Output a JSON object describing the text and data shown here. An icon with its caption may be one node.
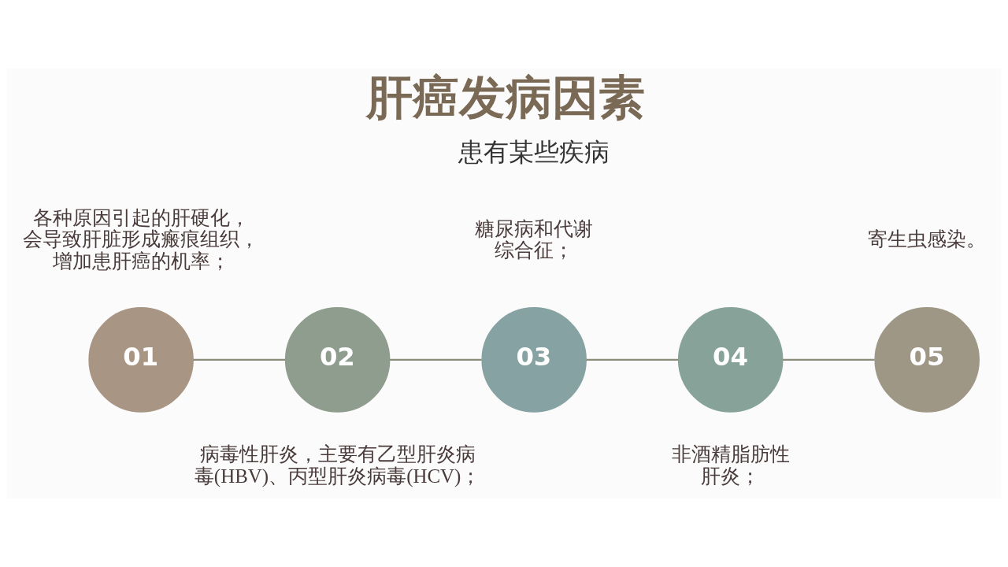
{
  "diagram": {
    "title": "肝癌发病因素",
    "nodes": [
      {
        "text": [
          "01"
        ],
        "beside": [
          "各种原因引起的肝硬化，会导致肝脏形成瘢痕组织，增加患肝癌的机率；"
        ]
      },
      {
        "text": [
          "02"
        ],
        "beside": [
          "病毒性肝炎，主要有乙型肝炎病毒(HBV)、丙型肝炎病毒(HCV)；"
        ]
      },
      {
        "text": [
          "03"
        ],
        "beside": [
          "糖尿病和代谢综合征；"
        ]
      },
      {
        "text": [
          "04"
        ],
        "beside": [
          "非酒精脂肪性肝炎；"
        ]
      },
      {
        "text": [
          "05"
        ],
        "beside": [
          "寄生虫感染。"
        ]
      }
    ],
    "edges": [
      {
        "from": 0,
        "to": 1,
        "arrow": "none"
      },
      {
        "from": 1,
        "to": 2,
        "arrow": "none"
      },
      {
        "from": 2,
        "to": 3,
        "arrow": "none"
      },
      {
        "from": 3,
        "to": 4,
        "arrow": "none"
      }
    ],
    "labels": [
      "患有某些疾病"
    ]
  }
}
